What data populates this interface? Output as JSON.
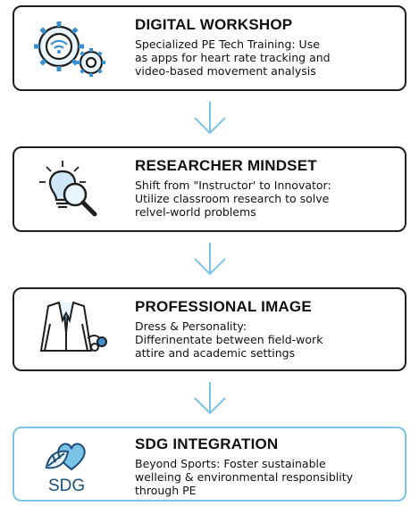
{
  "colors": {
    "accent": "#3a8fcf",
    "arrow": "#7cc3e8",
    "border": "#1e1e1e"
  },
  "steps": [
    {
      "icon": "gears-wifi-icon",
      "title": "DIGITAL WORKSHOP",
      "lines": [
        "Specialized PE Tech Training: Use",
        "as apps for heart rate tracking and",
        "video-based movement analysis"
      ]
    },
    {
      "icon": "lightbulb-magnifier-icon",
      "title": "RESEARCHER MINDSET",
      "lines": [
        "Shift from \"Instructor' to Innovator:",
        "Utilize classroom research to solve",
        "relvel-world problems"
      ]
    },
    {
      "icon": "suit-jacket-icon",
      "title": "PROFESSIONAL IMAGE",
      "lines": [
        "Dress & Personality:",
        "Differinentate between field-work",
        "attire and academic settings"
      ]
    },
    {
      "icon": "sdg-heart-leaf-icon",
      "title": "SDG INTEGRATION",
      "icon_text": "SDG",
      "lines": [
        "Beyond Sports: Foster sustainable",
        "welleing & environmental responsiblity",
        "through PE"
      ]
    }
  ]
}
